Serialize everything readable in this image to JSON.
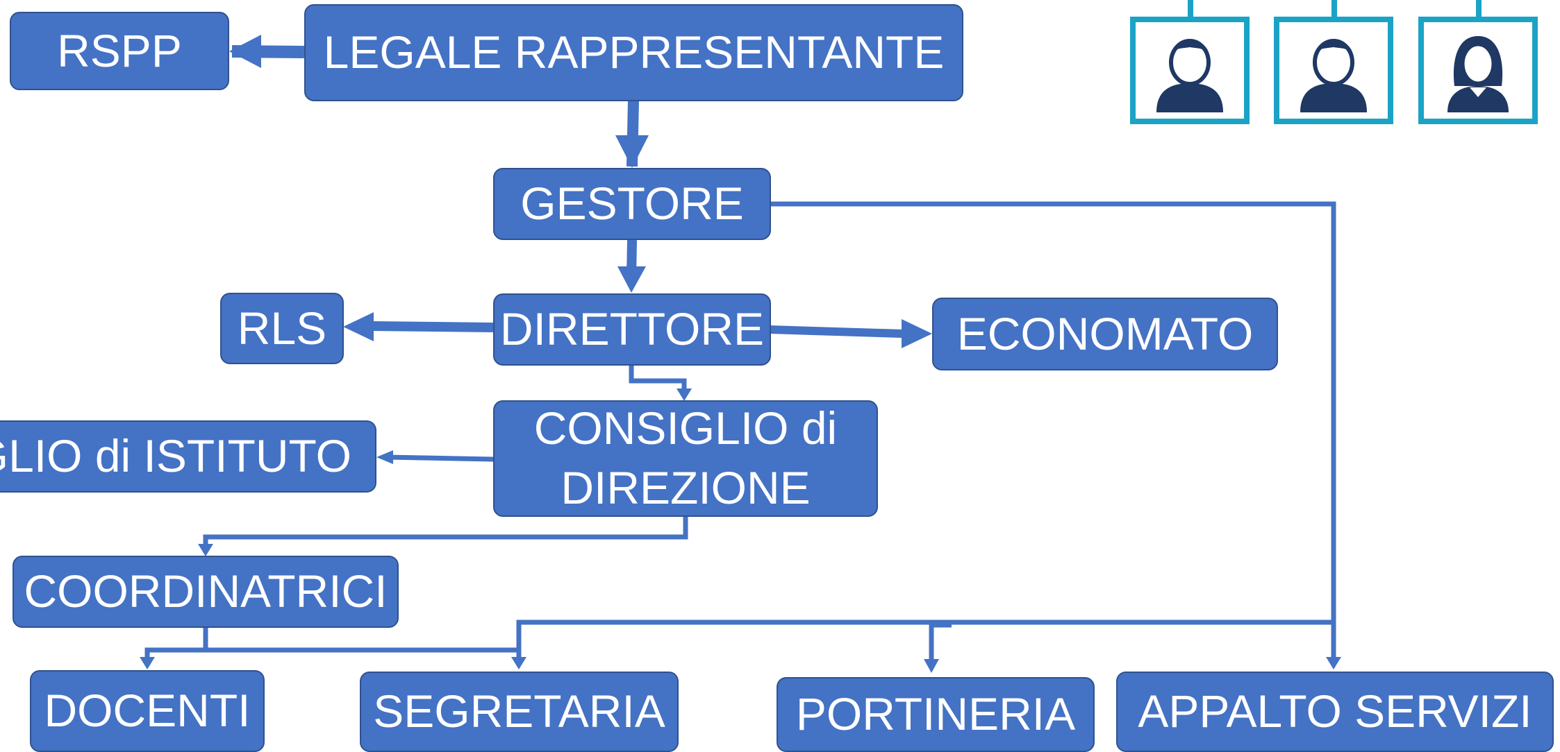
{
  "diagram": {
    "nodes": {
      "rspp": "RSPP",
      "legale": "LEGALE RAPPRESENTANTE",
      "gestore": "GESTORE",
      "direttore": "DIRETTORE",
      "rls": "RLS",
      "economato": "ECONOMATO",
      "consiglio_direzione_line1": "CONSIGLIO di",
      "consiglio_direzione_line2": "DIREZIONE",
      "consiglio_istituto": "GLIO di ISTITUTO",
      "coordinatrici": "COORDINATRICI",
      "docenti": "DOCENTI",
      "segretaria": "SEGRETARIA",
      "portineria": "PORTINERIA",
      "appalto": "APPALTO SERVIZI"
    },
    "edges": [
      {
        "from": "LEGALE RAPPRESENTANTE",
        "to": "RSPP"
      },
      {
        "from": "LEGALE RAPPRESENTANTE",
        "to": "GESTORE"
      },
      {
        "from": "GESTORE",
        "to": "DIRETTORE"
      },
      {
        "from": "GESTORE",
        "to": "APPALTO SERVIZI"
      },
      {
        "from": "GESTORE",
        "to": "SEGRETARIA"
      },
      {
        "from": "GESTORE",
        "to": "PORTINERIA"
      },
      {
        "from": "DIRETTORE",
        "to": "RLS"
      },
      {
        "from": "DIRETTORE",
        "to": "ECONOMATO"
      },
      {
        "from": "DIRETTORE",
        "to": "CONSIGLIO di DIREZIONE"
      },
      {
        "from": "CONSIGLIO di DIREZIONE",
        "to": "CONSIGLIO di ISTITUTO"
      },
      {
        "from": "CONSIGLIO di DIREZIONE",
        "to": "COORDINATRICI"
      },
      {
        "from": "COORDINATRICI",
        "to": "DOCENTI"
      },
      {
        "from": "COORDINATRICI",
        "to": "SEGRETARIA"
      }
    ]
  },
  "decor": {
    "icons": [
      "male-avatar-icon",
      "male-avatar-icon",
      "female-avatar-icon"
    ],
    "colors": {
      "box_fill": "#4472C4",
      "box_border": "#2F528F",
      "text": "#FFFFFF",
      "frame": "#1BA3C6",
      "avatar": "#1F3864"
    }
  }
}
